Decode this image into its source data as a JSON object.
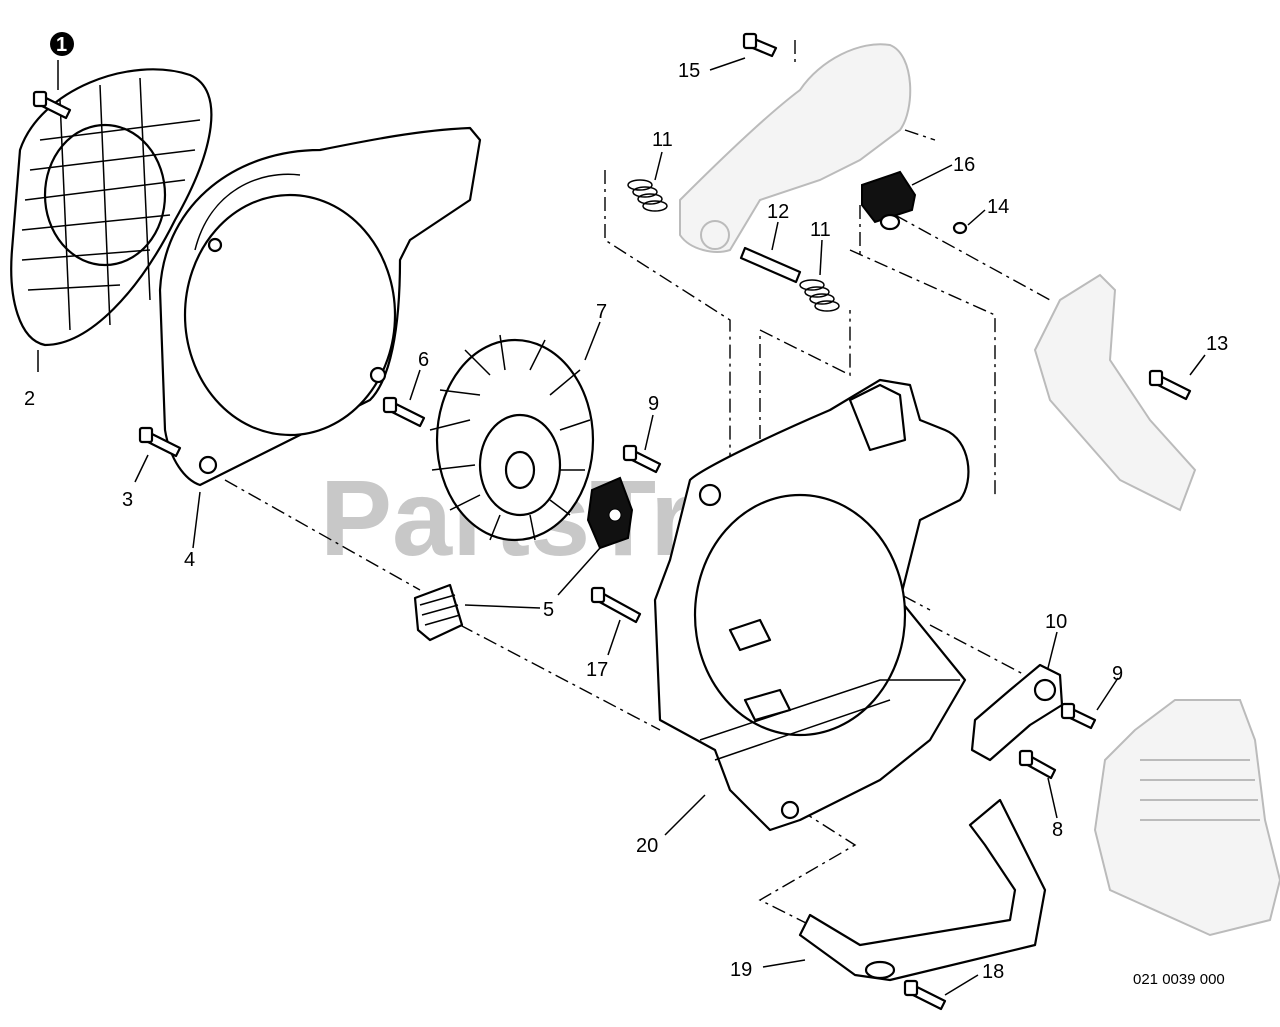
{
  "watermark": "PartsTree",
  "drawing_number": "021 0039 000",
  "callouts": {
    "c1": "1",
    "c2": "2",
    "c3": "3",
    "c4": "4",
    "c5": "5",
    "c6": "6",
    "c7": "7",
    "c8": "8",
    "c9a": "9",
    "c9b": "9",
    "c10": "10",
    "c11a": "11",
    "c11b": "11",
    "c12": "12",
    "c13": "13",
    "c14": "14",
    "c15": "15",
    "c16": "16",
    "c17": "17",
    "c18": "18",
    "c19": "19",
    "c20": "20"
  }
}
